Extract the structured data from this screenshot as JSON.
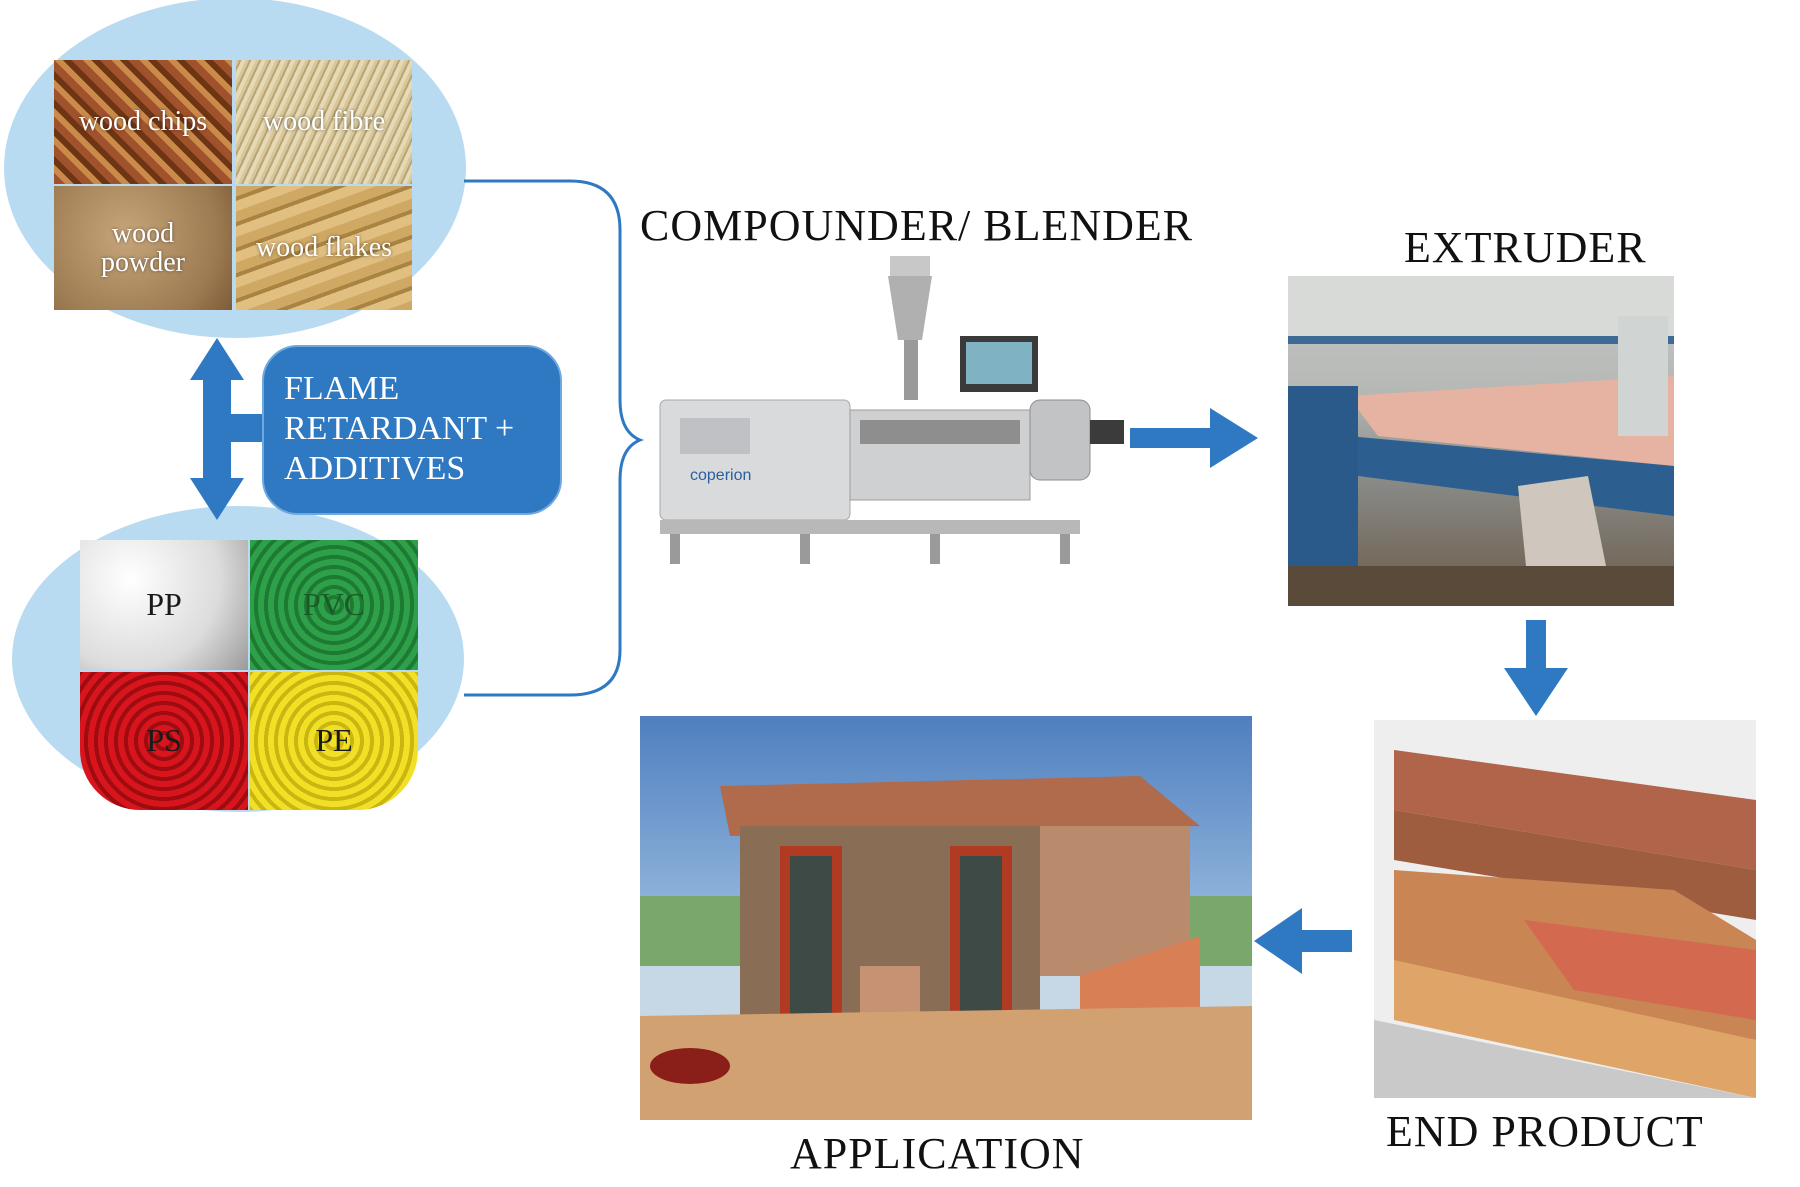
{
  "wood": {
    "chips": "wood chips",
    "fibre": "wood fibre",
    "powder": "wood\npowder",
    "flakes": "wood flakes"
  },
  "polymers": {
    "pp": "PP",
    "pvc": "PVC",
    "ps": "PS",
    "pe": "PE"
  },
  "additives": {
    "line1": "FLAME",
    "line2": "RETARDANT +",
    "line3": "ADDITIVES"
  },
  "steps": {
    "compounder": "COMPOUNDER/ BLENDER",
    "extruder": "EXTRUDER",
    "end_product": "END PRODUCT",
    "application": "APPLICATION"
  },
  "machine_brand": "coperion",
  "colors": {
    "arrow": "#2f78c2",
    "bracket": "#2f78c2",
    "ellipse": "#b9dbf2"
  }
}
